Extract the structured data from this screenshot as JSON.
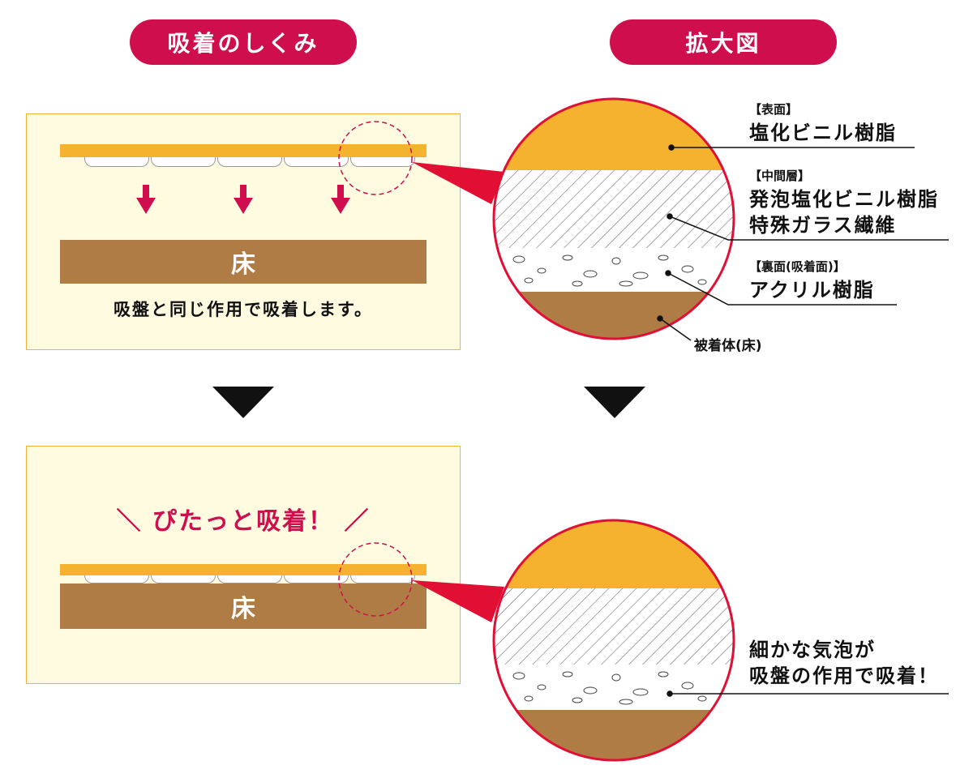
{
  "headers": {
    "mechanism": "吸着のしくみ",
    "zoom": "拡大図"
  },
  "top_panel": {
    "floor_label": "床",
    "caption": "吸盤と同じ作用で吸着します。"
  },
  "bottom_panel": {
    "headline": "＼ ぴたっと吸着！ ／",
    "floor_label": "床"
  },
  "zoom_top": {
    "surface_tag": "【表面】",
    "surface_material": "塩化ビニル樹脂",
    "middle_tag": "【中間層】",
    "middle_line1": "発泡塩化ビニル樹脂",
    "middle_line2": "特殊ガラス繊維",
    "back_tag": "【裏面(吸着面)】",
    "back_material": "アクリル樹脂",
    "adherend": "被着体(床)"
  },
  "zoom_bottom": {
    "note_line1": "細かな気泡が",
    "note_line2": "吸盤の作用で吸着！"
  },
  "colors": {
    "accent": "#cf0f4d",
    "orange": "#f5b22e",
    "floor": "#b07c46",
    "panel_bg": "#fffbe0"
  }
}
